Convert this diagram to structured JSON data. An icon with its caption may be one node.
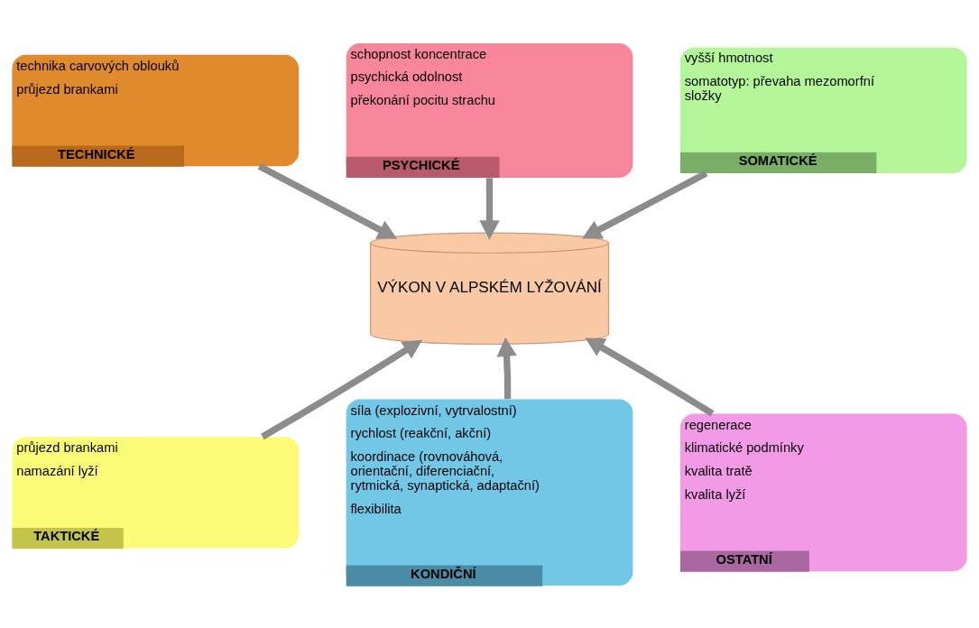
{
  "diagram": {
    "nodes": [
      {
        "text": [
          "technika carvových oblouků",
          "průjezd brankami",
          "TECHNICKÉ"
        ]
      },
      {
        "text": [
          "schopnost koncentrace",
          "psychická odolnost",
          "překonání pocitu strachu",
          "PSYCHICKÉ"
        ]
      },
      {
        "text": [
          "vyšší hmotnost",
          "somatotyp: převaha mezomorfní složky",
          "SOMATICKÉ"
        ]
      },
      {
        "text": [
          "VÝKON V ALPSKÉM LYŽOVÁNÍ"
        ]
      },
      {
        "text": [
          "průjezd brankami",
          "namazání lyží",
          "TAKTICKÉ"
        ]
      },
      {
        "text": [
          "síla (explozivní, vytrvalostní)",
          "rychlost (reakční, akční)",
          "koordinace (rovnováhová, orientační, diferenciační, rytmická, synaptická, adaptační)",
          "flexibilita",
          "KONDIČNÍ"
        ]
      },
      {
        "text": [
          "regenerace",
          "klimatické podmínky",
          "kvalita tratě",
          "kvalita lyží",
          "OSTATNÍ"
        ]
      }
    ],
    "edges": [
      {
        "from": 0,
        "to": 3,
        "arrow": "to"
      },
      {
        "from": 1,
        "to": 3,
        "arrow": "to"
      },
      {
        "from": 2,
        "to": 3,
        "arrow": "to"
      },
      {
        "from": 4,
        "to": 3,
        "arrow": "to"
      },
      {
        "from": 5,
        "to": 3,
        "arrow": "to"
      },
      {
        "from": 6,
        "to": 3,
        "arrow": "to"
      }
    ]
  }
}
